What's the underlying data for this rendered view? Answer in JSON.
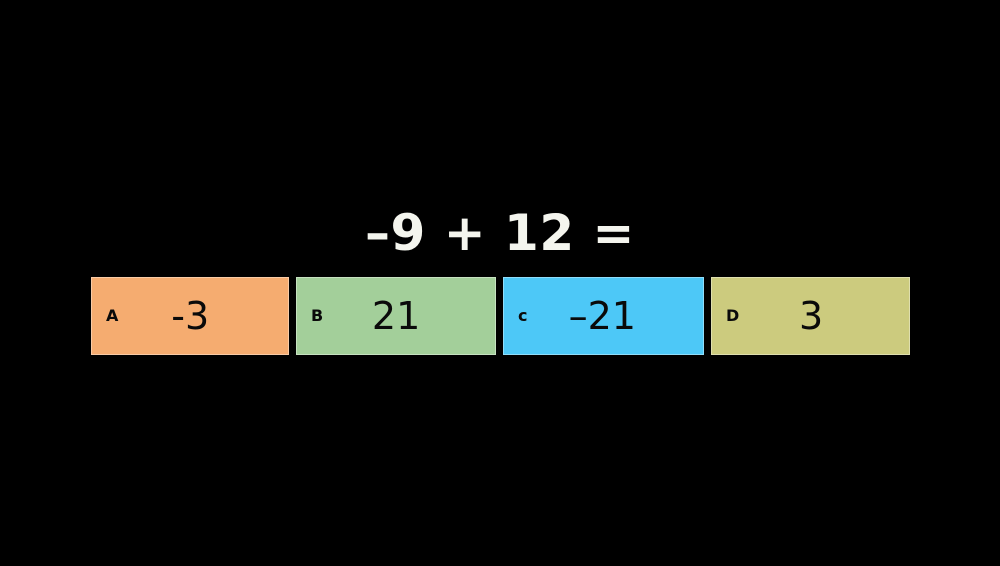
{
  "background_color": "#000000",
  "question": {
    "text": "–9 + 12 =",
    "color": "#f4f5ee"
  },
  "options": [
    {
      "letter": "A",
      "value": "-3",
      "fill_color": "#f5ac70",
      "text_color": "#0a0a0a"
    },
    {
      "letter": "B",
      "value": "21",
      "fill_color": "#a3cf9a",
      "text_color": "#0a0a0a"
    },
    {
      "letter": "c",
      "value": "–21",
      "fill_color": "#4dc8f7",
      "text_color": "#0a0a0a"
    },
    {
      "letter": "D",
      "value": "3",
      "fill_color": "#cccb7e",
      "text_color": "#0a0a0a"
    }
  ]
}
